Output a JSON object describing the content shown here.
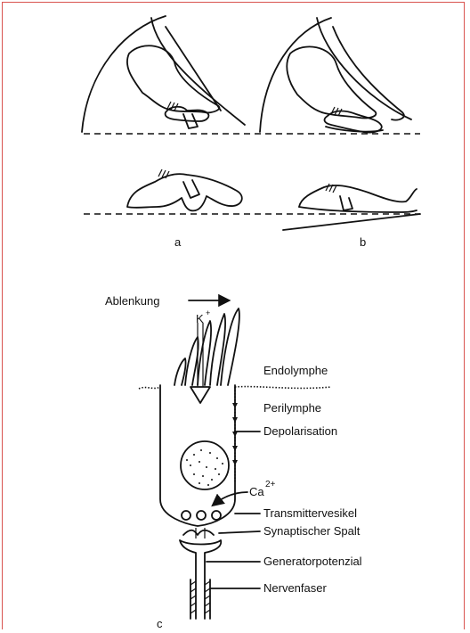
{
  "panels": {
    "a_label": "a",
    "b_label": "b",
    "c_label": "c"
  },
  "hair_cell": {
    "deflection_label": "Ablenkung",
    "ion_label": "K",
    "ion_charge": "+",
    "endolymph_label": "Endolymphe",
    "perilymph_label": "Perilymphe",
    "depolarization_label": "Depolarisation",
    "calcium_label": "Ca",
    "calcium_charge": "2+",
    "transmitter_vesicle_label": "Transmittervesikel",
    "synaptic_cleft_label": "Synaptischer Spalt",
    "generator_potential_label": "Generatorpotenzial",
    "nerve_fiber_label": "Nervenfaser"
  }
}
